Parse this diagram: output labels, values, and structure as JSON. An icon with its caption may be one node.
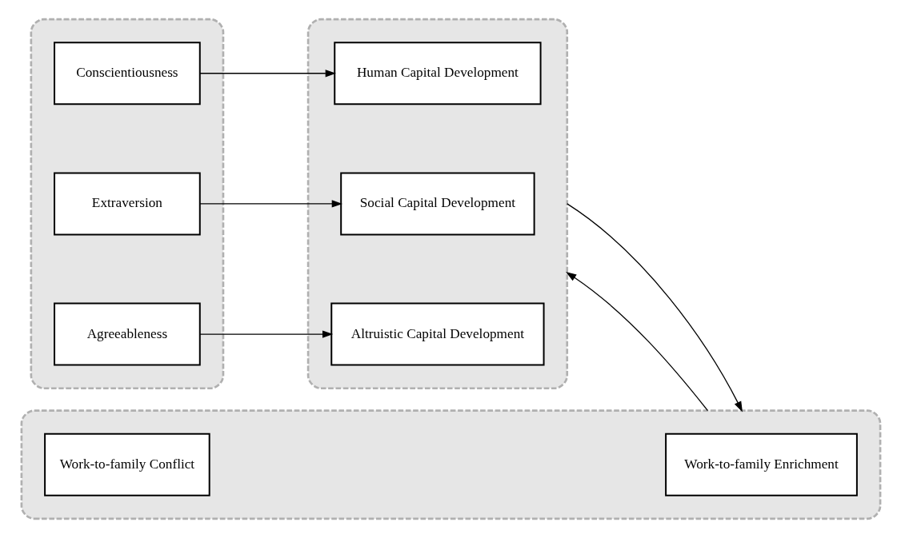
{
  "diagram": {
    "nodes": [
      {
        "text": [],
        "shape": "box"
      },
      {
        "text": [
          "Conscientiousness"
        ],
        "in": 0
      },
      {
        "text": [
          "Extraversion"
        ],
        "in": 0
      },
      {
        "text": [
          "Agreeableness"
        ],
        "in": 0
      },
      {
        "text": [],
        "shape": "box"
      },
      {
        "text": [
          "Human Capital Development"
        ],
        "in": 4
      },
      {
        "text": [
          "Social Capital Development"
        ],
        "in": 4
      },
      {
        "text": [
          "Altruistic Capital Development"
        ],
        "in": 4
      },
      {
        "text": [],
        "shape": "box"
      },
      {
        "text": [
          "Work-to-family Conflict"
        ],
        "in": 8
      },
      {
        "text": [
          "Work-to-family Enrichment"
        ],
        "in": 8
      }
    ],
    "edges": [
      {
        "from": 1,
        "to": 5,
        "arrow": "to"
      },
      {
        "from": 2,
        "to": 6,
        "arrow": "to"
      },
      {
        "from": 3,
        "to": 7,
        "arrow": "to"
      },
      {
        "from": 4,
        "to": 8,
        "arrow": "to"
      },
      {
        "from": 8,
        "to": 4,
        "arrow": "to"
      }
    ]
  }
}
